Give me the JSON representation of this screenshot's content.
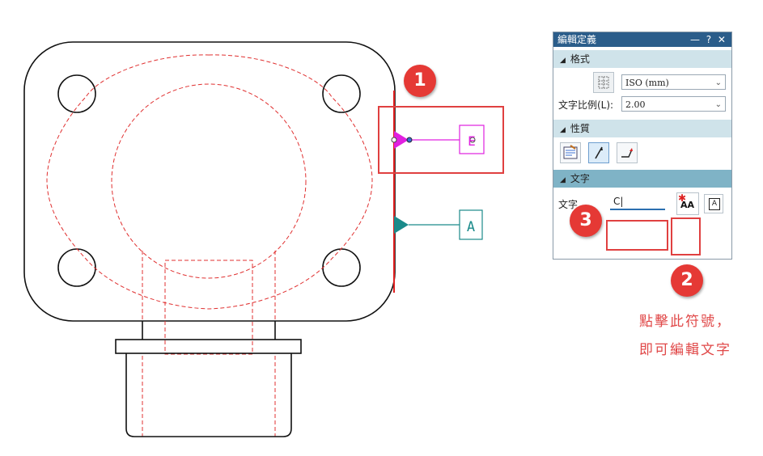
{
  "panel": {
    "title": "編輯定義",
    "title_controls": "— ? ✕",
    "sections": {
      "format": "格式",
      "properties": "性質",
      "text": "文字"
    },
    "standard_value": "ISO (mm)",
    "scale_label": "文字比例(L):",
    "scale_value": "2.00",
    "text_label": "文字",
    "text_value": "C|",
    "edit_text_button_glyph": "AA",
    "text_frame_button_glyph": "A"
  },
  "drawing": {
    "datum_label_e": "E",
    "datum_label_a": "A"
  },
  "callouts": {
    "step1": "1",
    "step2": "2",
    "step3": "3",
    "note_line1": "點擊此符號，",
    "note_line2": "即可編輯文字"
  },
  "colors": {
    "accent_red": "#e53935",
    "panel_title": "#2b5d8a",
    "section_bg": "#cfe3ea",
    "datum_teal": "#1a8a8a",
    "datum_magenta": "#e020e0",
    "hidden_line": "#e03030"
  }
}
